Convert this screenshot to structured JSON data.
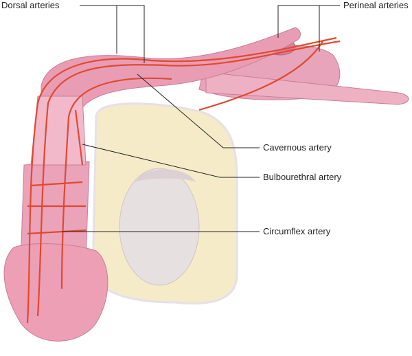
{
  "labels": {
    "dorsal": "Dorsal arteries",
    "perineal": "Perineal arteries",
    "cavernous": "Cavernous artery",
    "bulbourethral": "Bulbourethral artery",
    "circumflex": "Circumflex artery"
  },
  "colors": {
    "skin": "#eaa3b8",
    "artery": "#e0492f",
    "scrotum": "#f5ebc9",
    "testis": "#e4dede",
    "leader": "#222222"
  }
}
